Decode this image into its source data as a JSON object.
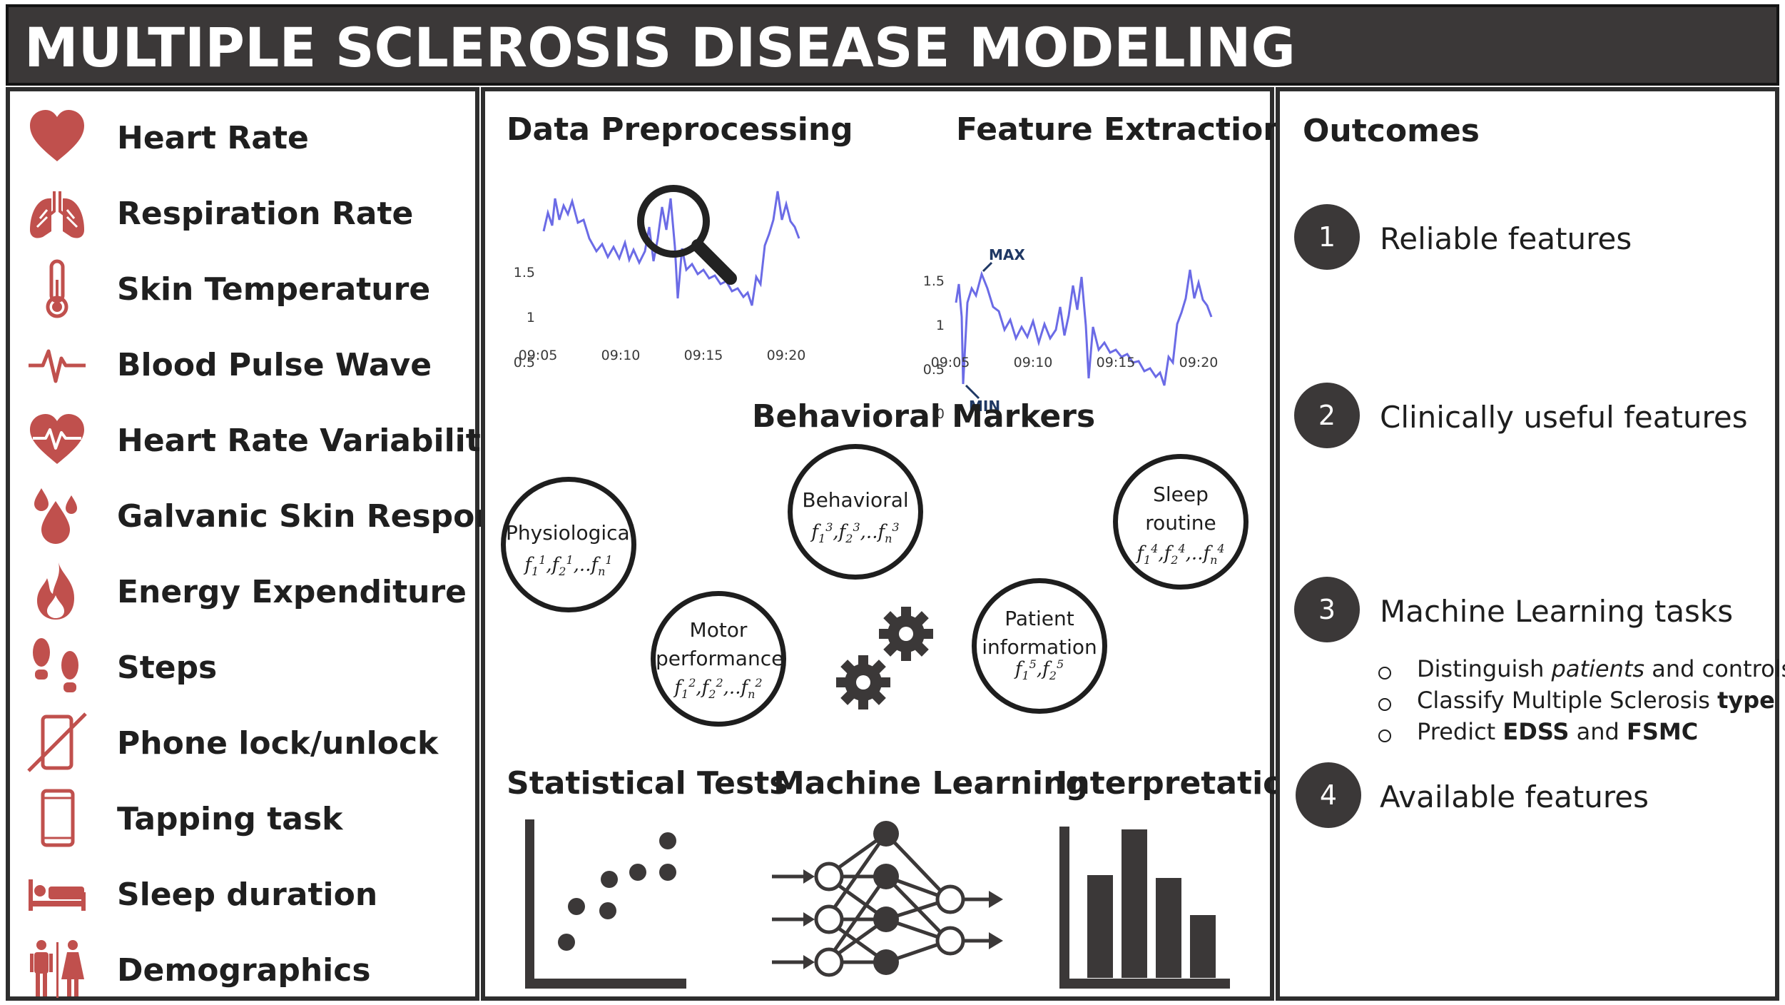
{
  "title": "MULTIPLE SCLEROSIS DISEASE MODELING",
  "colors": {
    "title_bg": "#3b3838",
    "icon": "#c0504d",
    "signal": "#6b6be6",
    "dark": "#3b3838"
  },
  "sensors": [
    {
      "label": "Heart Rate",
      "icon": "heart-icon"
    },
    {
      "label": "Respiration Rate",
      "icon": "lungs-icon"
    },
    {
      "label": "Skin Temperature",
      "icon": "thermometer-icon"
    },
    {
      "label": "Blood Pulse Wave",
      "icon": "pulse-wave-icon"
    },
    {
      "label": "Heart Rate Variability",
      "icon": "heart-pulse-icon"
    },
    {
      "label": "Galvanic Skin Response",
      "icon": "droplets-icon"
    },
    {
      "label": "Energy Expenditure",
      "icon": "flame-icon"
    },
    {
      "label": "Steps",
      "icon": "footprints-icon"
    },
    {
      "label": "Phone lock/unlock",
      "icon": "phone-locked-icon"
    },
    {
      "label": "Tapping task",
      "icon": "phone-icon"
    },
    {
      "label": "Sleep duration",
      "icon": "bed-icon"
    },
    {
      "label": "Demographics",
      "icon": "people-icon"
    }
  ],
  "center": {
    "preprocessing_title": "Data Preprocessing",
    "extraction_title": "Feature Extraction",
    "behavioral_title": "Behavioral Markers",
    "stats_title": "Statistical Tests",
    "ml_title": "Machine Learning",
    "interp_title": "Interpretation",
    "max_label": "MAX",
    "min_label": "MIN",
    "y_ticks": [
      "1.5",
      "1",
      "0.5",
      "0"
    ],
    "x_ticks": [
      "09:05",
      "09:10",
      "09:15",
      "09:20"
    ],
    "markers": [
      {
        "line1": "Physiological",
        "line2": "",
        "sup": "1",
        "n_sub": "n"
      },
      {
        "line1": "Behavioral",
        "line2": "",
        "sup": "3",
        "n_sub": "n"
      },
      {
        "line1": "Sleep",
        "line2": "routine",
        "sup": "4",
        "n_sub": "n"
      },
      {
        "line1": "Motor",
        "line2": "performance",
        "sup": "2",
        "n_sub": "n"
      },
      {
        "line1": "Patient",
        "line2": "information",
        "sup": "5",
        "n_sub": ""
      }
    ]
  },
  "outcomes": {
    "title": "Outcomes",
    "items": [
      {
        "num": "1",
        "label": "Reliable features"
      },
      {
        "num": "2",
        "label": "Clinically useful features"
      },
      {
        "num": "3",
        "label": "Machine Learning tasks"
      },
      {
        "num": "4",
        "label": "Available features"
      }
    ],
    "tasks": [
      {
        "a": "Distinguish ",
        "b": "patients",
        "c": " and controls",
        "d": "",
        "e": ""
      },
      {
        "a": "Classify Multiple Sclerosis ",
        "b": "type",
        "c": "",
        "d": "",
        "e": ""
      },
      {
        "a": "Predict ",
        "b": "EDSS",
        "c": " and ",
        "d": "FSMC",
        "e": ""
      }
    ]
  }
}
